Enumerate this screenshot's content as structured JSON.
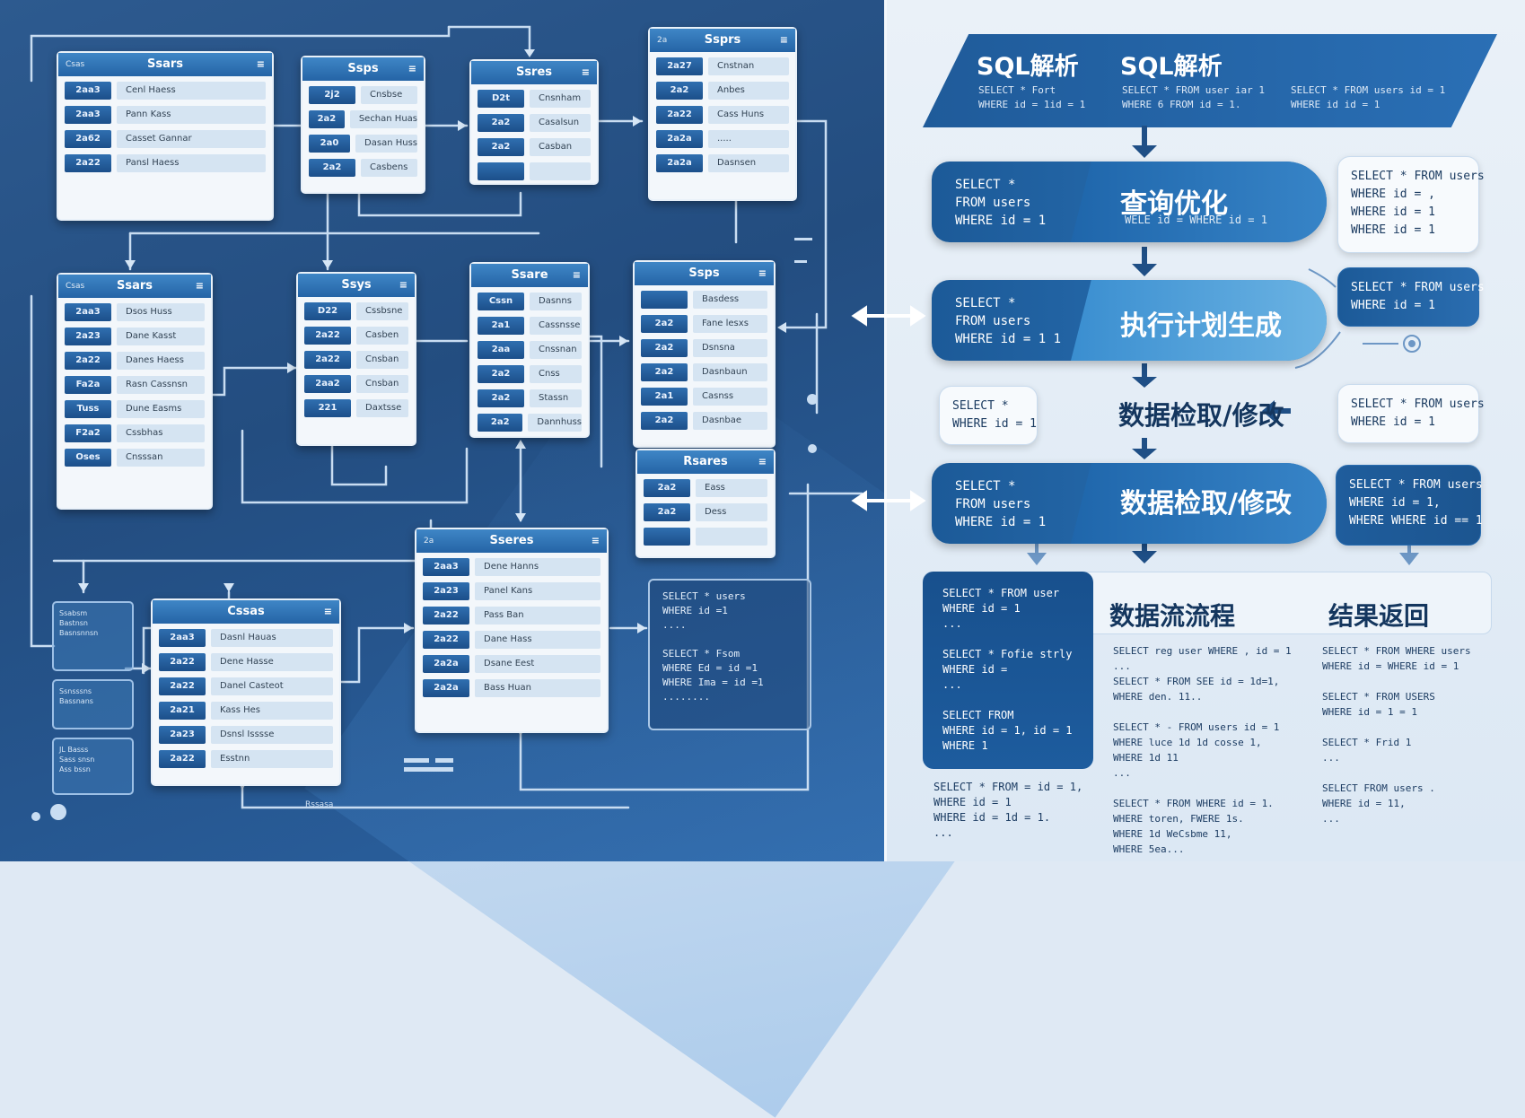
{
  "left_tables": [
    {
      "title": "Ssars",
      "mini": "Csas",
      "rows": [
        [
          "2aa3",
          "Cenl Haess"
        ],
        [
          "2aa3",
          "Pann Kass"
        ],
        [
          "2a62",
          "Casset Gannar"
        ],
        [
          "2a22",
          "Pansl Haess"
        ]
      ]
    },
    {
      "title": "Ssps",
      "mini": "",
      "rows": [
        [
          "2j2",
          "Cnsbse"
        ],
        [
          "2a2",
          "Sechan Huas"
        ],
        [
          "2a0",
          "Dasan Huss"
        ],
        [
          "2a2",
          "Casbens"
        ]
      ]
    },
    {
      "title": "Ssres",
      "mini": "",
      "rows": [
        [
          "D2t",
          "Cnsnham"
        ],
        [
          "2a2",
          "Casalsun"
        ],
        [
          "2a2",
          "Casban"
        ],
        [
          "",
          ""
        ]
      ]
    },
    {
      "title": "Ssprs",
      "mini": "2a",
      "rows": [
        [
          "2a27",
          "Cnstnan"
        ],
        [
          "2a2",
          "Anbes"
        ],
        [
          "2a22",
          "Cass Huns"
        ],
        [
          "2a2a",
          "....."
        ],
        [
          "2a2a",
          "Dasnsen"
        ]
      ]
    },
    {
      "title": "Ssars",
      "mini": "Csas",
      "rows": [
        [
          "2aa3",
          "Dsos Huss"
        ],
        [
          "2a23",
          "Dane Kasst"
        ],
        [
          "2a22",
          "Danes Haess"
        ],
        [
          "Fa2a",
          "Rasn Cassnsn"
        ],
        [
          "Tuss",
          "Dune Easms"
        ],
        [
          "F2a2",
          "Cssbhas"
        ],
        [
          "Oses",
          "Cnsssan"
        ]
      ]
    },
    {
      "title": "Ssys",
      "mini": "",
      "rows": [
        [
          "D22",
          "Cssbsne"
        ],
        [
          "2a22",
          "Casben"
        ],
        [
          "2a22",
          "Cnsban"
        ],
        [
          "2aa2",
          "Cnsban"
        ],
        [
          "221",
          "Daxtsse"
        ]
      ]
    },
    {
      "title": "Ssare",
      "mini": "",
      "rows": [
        [
          "Cssn",
          "Dasnns"
        ],
        [
          "2a1",
          "Cassnsse"
        ],
        [
          "2aa",
          "Cnssnan"
        ],
        [
          "2a2",
          "Cnss"
        ],
        [
          "2a2",
          "Stassn"
        ],
        [
          "2a2",
          "Dannhuss"
        ]
      ]
    },
    {
      "title": "Ssps",
      "mini": "",
      "rows": [
        [
          "",
          "Basdess"
        ],
        [
          "2a2",
          "Fane lesxs"
        ],
        [
          "2a2",
          "Dsnsna"
        ],
        [
          "2a2",
          "Dasnbaun"
        ],
        [
          "2a1",
          "Casnss"
        ],
        [
          "2a2",
          "Dasnbae"
        ]
      ]
    },
    {
      "title": "Sseres",
      "mini": "2a",
      "rows": [
        [
          "2aa3",
          "Dene Hanns"
        ],
        [
          "2a23",
          "Panel Kans"
        ],
        [
          "2a22",
          "Pass Ban"
        ],
        [
          "2a22",
          "Dane Hass"
        ],
        [
          "2a2a",
          "Dsane Eest"
        ],
        [
          "2a2a",
          "Bass Huan"
        ]
      ]
    },
    {
      "title": "Cssas",
      "mini": "",
      "rows": [
        [
          "2aa3",
          "Dasnl Hauas"
        ],
        [
          "2a22",
          "Dene Hasse"
        ],
        [
          "2a22",
          "Danel Casteot"
        ],
        [
          "2a21",
          "Kass Hes"
        ],
        [
          "2a23",
          "Dsnsl Isssse"
        ],
        [
          "2a22",
          "Esstnn"
        ]
      ]
    },
    {
      "title": "Rsares",
      "mini": "",
      "rows": [
        [
          "2a2",
          "Eass"
        ],
        [
          "2a2",
          "Dess"
        ],
        [
          "",
          ""
        ]
      ]
    }
  ],
  "left_sql": "SELECT * users\nWHERE id =1\n....\n\nSELECT * Fsom\nWHERE Ed = id =1\nWHERE Ima = id =1\n........",
  "side_boxes": [
    "Ssabsm\nBastnsn\nBasnsnnsn",
    "Ssnsssns\nBassnans",
    "JL Basss\nSass snsn\nAss bssn"
  ],
  "left_footer": "Rssasa",
  "banner": {
    "title_left": "SQL解析",
    "title_right": "SQL解析",
    "sub_left": "SELECT * Fort\nWHERE id = 1id = 1",
    "sub_mid": "SELECT * FROM user iar 1\nWHERE 6 FROM id = 1.",
    "sub_right": "SELECT * FROM users id = 1\nWHERE id id = 1"
  },
  "steps": [
    {
      "sql": "SELECT *\nFROM users\nWHERE id = 1",
      "title": "查询优化",
      "sub": "WELE id = WHERE id = 1"
    },
    {
      "sql": "SELECT *\nFROM users\nWHERE id = 1 1",
      "title": "执行计划生成",
      "sub": ""
    },
    {
      "sql": "SELECT *\nFROM users\nWHERE id = 1",
      "title": "数据检取/修改",
      "sub": ""
    }
  ],
  "right_cards": [
    "SELECT * FROM users\nWHERE id = ,\nWHERE id = 1\nWHERE id = 1",
    "SELECT * FROM users\nWHERE id = 1",
    "SELECT * FROM users\nWHERE id = 1",
    "SELECT * FROM users\nWHERE id = 1,\nWHERE WHERE id == 1"
  ],
  "mid_row": {
    "left": "SELECT *\nWHERE id = 1",
    "title": "数据检取/修改"
  },
  "bottom": {
    "dark": "SELECT * FROM user\nWHERE id = 1\n...\n\nSELECT * Fofie strly\nWHERE id =\n...\n\nSELECT FROM\nWHERE id = 1, id = 1\nWHERE 1",
    "below_dark": "SELECT * FROM = id = 1,\nWHERE id = 1\nWHERE id = 1d = 1.\n...",
    "head_mid": "数据流流程",
    "text_mid": "SELECT reg user WHERE , id = 1\n...\nSELECT * FROM SEE id = 1d=1,\nWHERE den. 11..\n\nSELECT * - FROM users id = 1\nWHERE luce 1d 1d cosse 1,\nWHERE 1d 11\n...\n\nSELECT * FROM WHERE id = 1.\nWHERE toren, FWERE 1s.\nWHERE 1d WeCsbme 11,\nWHERE 5ea...",
    "head_right": "结果返回",
    "text_right": "SELECT * FROM WHERE users\nWHERE id = WHERE id = 1\n\nSELECT * FROM USERS\nWHERE id = 1 = 1\n\nSELECT * Frid 1\n...\n\nSELECT FROM users .\nWHERE id = 11,\n..."
  }
}
